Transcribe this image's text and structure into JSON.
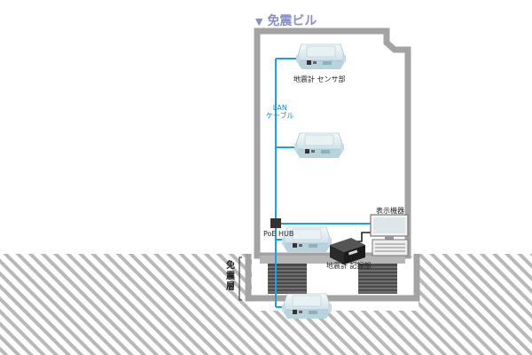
{
  "building": {
    "title": "免震ビル",
    "title_marker": "triangle-down"
  },
  "labels": {
    "sensor_unit": "地震計 センサ部",
    "cable_line1": "LAN",
    "cable_line2": "ケーブル",
    "poe_hub": "PoE HUB",
    "display_device": "表示機器",
    "recorder_unit": "地震計 記録部",
    "isolation_layer": [
      "免",
      "震",
      "層"
    ]
  },
  "colors": {
    "title": "#8a8fc9",
    "cable": "#1aa3e0",
    "cable_label": "#1a8ad6",
    "wall": "#9a9a9a",
    "ground_hatch": "#b8b8b8",
    "hub": "#333333"
  },
  "icons": [
    "seismometer-sensor-icon",
    "poe-hub-icon",
    "computer-icon",
    "recorder-icon",
    "isolator-icon"
  ]
}
